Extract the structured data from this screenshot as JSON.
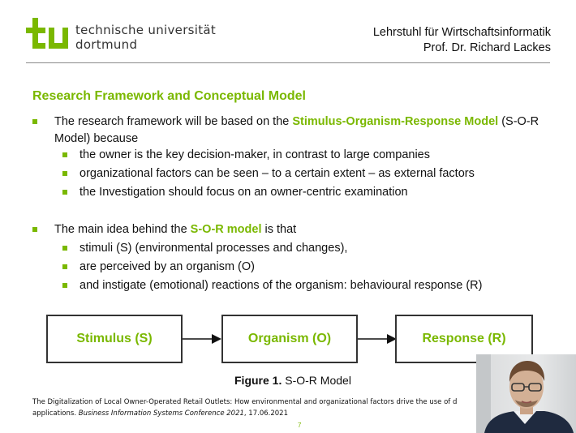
{
  "header": {
    "university_line1": "technische universität",
    "university_line2": "dortmund",
    "chair_line1": "Lehrstuhl für Wirtschaftsinformatik",
    "chair_line2": "Prof. Dr. Richard Lackes"
  },
  "slide": {
    "title": "Research Framework and Conceptual Model",
    "bullet1": {
      "pre": "The research framework will be based on the ",
      "highlight": "Stimulus-Organism-Response Model",
      "post": "  (S-O-R Model) because",
      "subs": [
        "the owner is the key decision-maker, in contrast to large companies",
        "organizational factors can be seen – to a certain extent – as external factors",
        "the Investigation should focus on an owner-centric examination"
      ]
    },
    "bullet2": {
      "pre": "The main idea behind the ",
      "highlight": "S-O-R model",
      "post": " is that",
      "subs": [
        "stimuli (S) (environmental processes and changes),",
        "are perceived by an organism (O)",
        "and instigate (emotional) reactions of the organism: behavioural response (R)"
      ]
    },
    "diagram": {
      "boxes": [
        "Stimulus (S)",
        "Organism (O)",
        "Response (R)"
      ]
    },
    "caption": {
      "lead": "Figure 1.",
      "text": " S-O-R Model"
    },
    "reference": {
      "line1": "The Digitalization of Local Owner-Operated Retail Outlets: How environmental and organizational factors drive the use of d",
      "line2_pre": "applications. ",
      "line2_venue": "Business Information Systems Conference 2021",
      "line2_post": ", 17.06.2021"
    },
    "page_number": "7"
  },
  "colors": {
    "accent": "#7ab800",
    "text": "#111111",
    "rule": "#8a8a8a"
  },
  "icons": {
    "logo": "tu-dortmund-logo",
    "bullet": "green-square-bullet",
    "arrow": "right-arrow"
  }
}
